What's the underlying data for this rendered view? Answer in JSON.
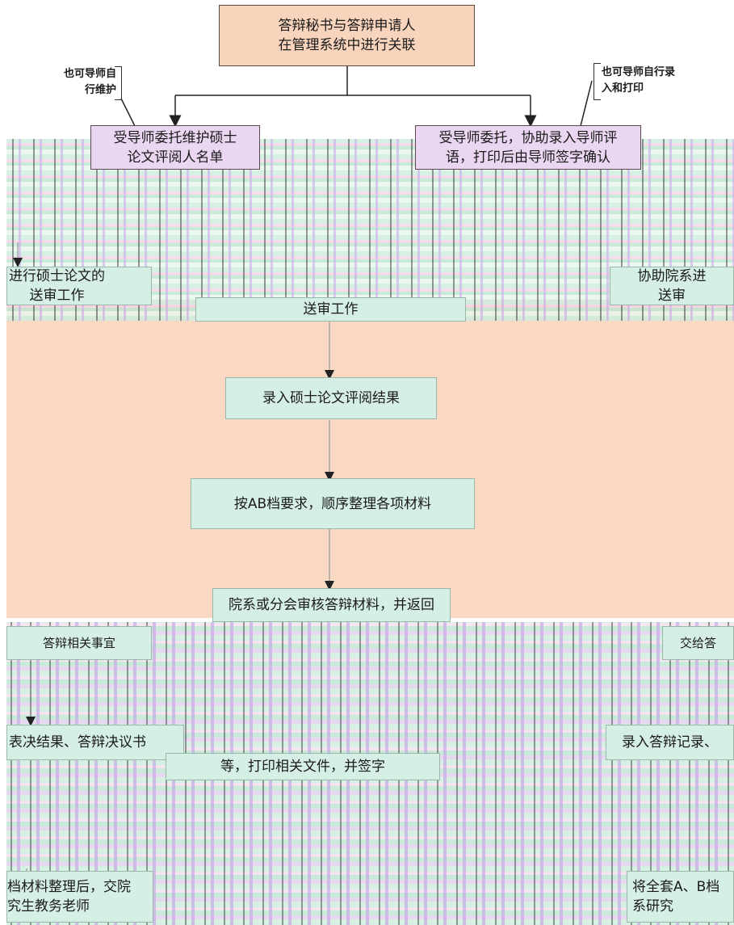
{
  "nodes": {
    "top": "答辩秘书与答辩申请人\n在管理系统中进行关联",
    "left_task": "受导师委托维护硕士\n论文评阅人名单",
    "right_task": "受导师委托，协助录入导师评\n语，打印后由导师签字确认",
    "left_mid": "进行硕士论文的\n送审工作",
    "right_mid": "协助院系进\n送审",
    "center_send": "送审工作",
    "record_review": "录入硕士论文评阅结果",
    "organize": "按AB档要求，顺序整理各项材料",
    "review_dept": "院系或分会审核答辩材料，并返回",
    "left_defense": "答辩相关事宜",
    "right_defense": "交给答",
    "left_result": "表决结果、答辩决议书",
    "center_print": "等，打印相关文件，并签字",
    "right_record": "录入答辩记录、",
    "left_final": "档材料整理后，交院\n究生教务老师",
    "right_final": "将全套A、B档\n系研究"
  },
  "notes": {
    "left": "也可导师自\n行维护",
    "right": "也可导师自行录\n入和打印"
  }
}
